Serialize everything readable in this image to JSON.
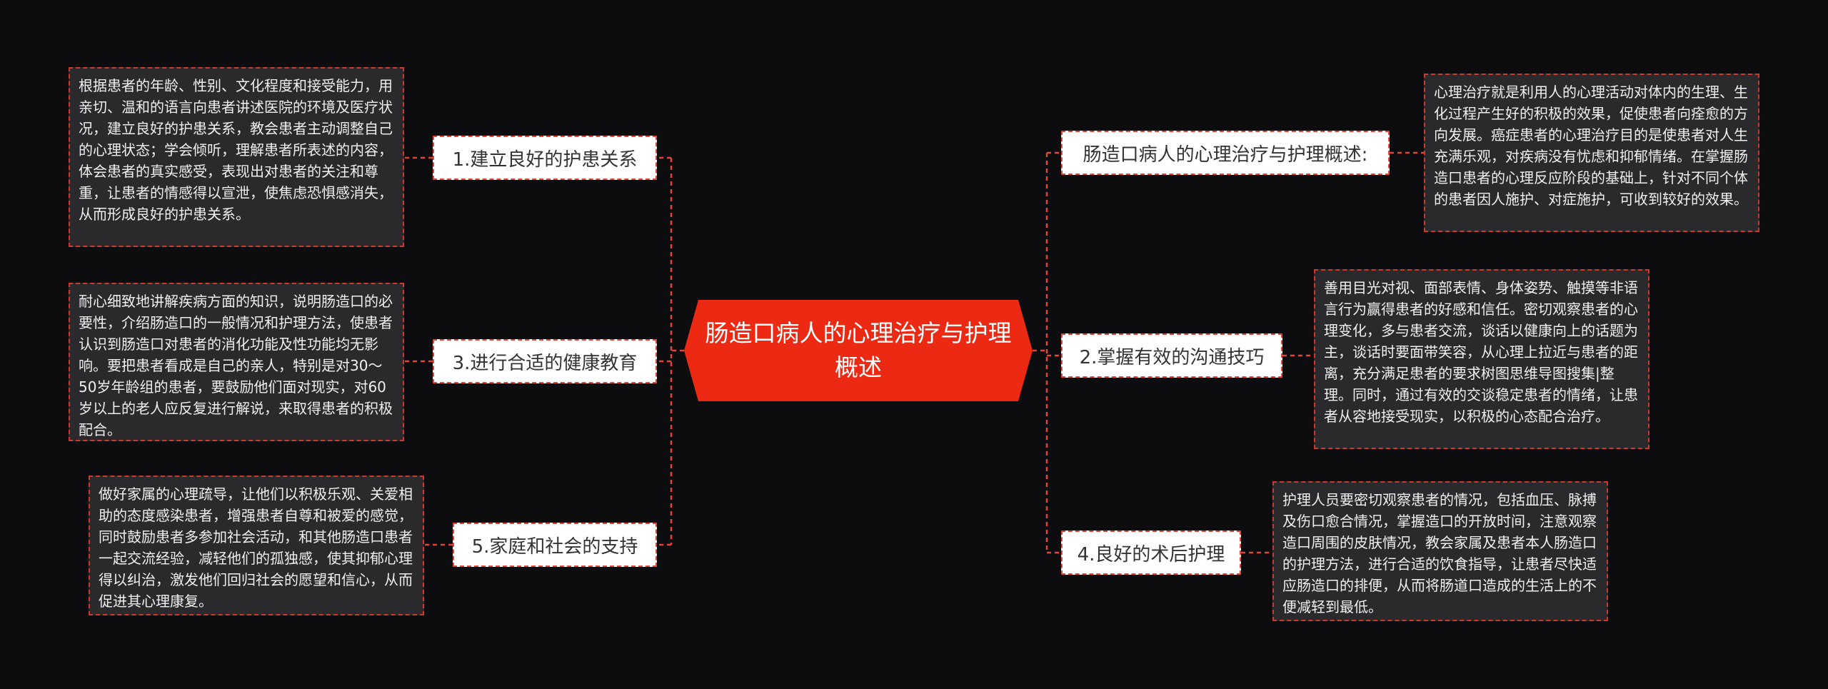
{
  "central": {
    "title": "肠造口病人的心理治疗与护理概述"
  },
  "colors": {
    "background": "#0d0d0f",
    "central": "#ec2a14",
    "connector": "#e04538",
    "branch_bg": "#ffffff",
    "leaf_bg": "#2a2a2c"
  },
  "branches": {
    "b1": {
      "label": "1.建立良好的护患关系",
      "detail": "根据患者的年龄、性别、文化程度和接受能力，用亲切、温和的语言向患者讲述医院的环境及医疗状况，建立良好的护患关系，教会患者主动调整自己的心理状态；学会倾听，理解患者所表述的内容，体会患者的真实感受，表现出对患者的关注和尊重，让患者的情感得以宣泄，使焦虑恐惧感消失，从而形成良好的护患关系。"
    },
    "b3": {
      "label": "3.进行合适的健康教育",
      "detail": "耐心细致地讲解疾病方面的知识，说明肠造口的必要性，介绍肠造口的一般情况和护理方法，使患者认识到肠造口对患者的消化功能及性功能均无影响。要把患者看成是自己的亲人，特别是对30～50岁年龄组的患者，要鼓励他们面对现实，对60岁以上的老人应反复进行解说，来取得患者的积极配合。"
    },
    "b5": {
      "label": "5.家庭和社会的支持",
      "detail": "做好家属的心理疏导，让他们以积极乐观、关爱相助的态度感染患者，增强患者自尊和被爱的感觉，同时鼓励患者多参加社会活动，和其他肠造口患者一起交流经验，减轻他们的孤独感，使其抑郁心理得以纠治，激发他们回归社会的愿望和信心，从而促进其心理康复。"
    },
    "b0": {
      "label": "肠造口病人的心理治疗与护理概述:",
      "detail": "心理治疗就是利用人的心理活动对体内的生理、生化过程产生好的积极的效果，促使患者向痊愈的方向发展。癌症患者的心理治疗目的是使患者对人生充满乐观，对疾病没有忧虑和抑郁情绪。在掌握肠造口患者的心理反应阶段的基础上，针对不同个体的患者因人施护、对症施护，可收到较好的效果。"
    },
    "b2": {
      "label": "2.掌握有效的沟通技巧",
      "detail": "善用目光对视、面部表情、身体姿势、触摸等非语言行为赢得患者的好感和信任。密切观察患者的心理变化，多与患者交流，谈话以健康向上的话题为主，谈话时要面带笑容，从心理上拉近与患者的距离，充分满足患者的要求树图思维导图搜集|整理。同时，通过有效的交谈稳定患者的情绪，让患者从容地接受现实，以积极的心态配合治疗。"
    },
    "b4": {
      "label": "4.良好的术后护理",
      "detail": "护理人员要密切观察患者的情况，包括血压、脉搏及伤口愈合情况，掌握造口的开放时间，注意观察造口周围的皮肤情况，教会家属及患者本人肠造口的护理方法，进行合适的饮食指导，让患者尽快适应肠造口的排便，从而将肠道口造成的生活上的不便减轻到最低。"
    }
  }
}
